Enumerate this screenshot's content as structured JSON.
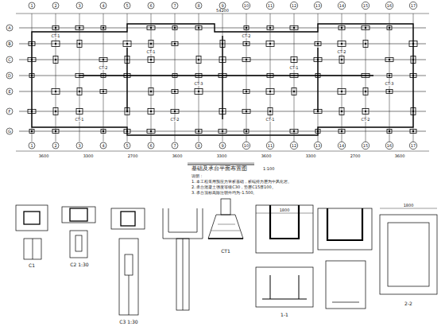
{
  "diagram": {
    "labels": [
      "54200",
      "1",
      "2",
      "3",
      "4",
      "5",
      "6",
      "7",
      "8",
      "9",
      "10",
      "11",
      "12",
      "13",
      "14",
      "15",
      "16",
      "17",
      "1",
      "2",
      "3",
      "4",
      "5",
      "6",
      "7",
      "8",
      "9",
      "10",
      "11",
      "12",
      "13",
      "14",
      "15",
      "16",
      "17",
      "A",
      "B",
      "C",
      "D",
      "E",
      "F",
      "G",
      "3600",
      "3300",
      "2700",
      "3600",
      "3300",
      "3600",
      "3300",
      "2700",
      "3600",
      "基础及承台平面布置图",
      "1:100",
      "说明：",
      "1. 本工程采用预应力管桩基础，桩端持力层为中风化岩。",
      "2. 承台混凝土强度等级C30，垫层C15厚100。",
      "3. 承台顶标高除注明外均为-1.500。",
      "CT-1",
      "CT-2",
      "CT-1",
      "CT-3",
      "CT-2",
      "CT-1",
      "CT-2",
      "CT-3",
      "CT-1",
      "CT-2",
      "CT-1",
      "CT-2",
      "C1",
      "C2 1:30",
      "C3 1:30",
      "CT1",
      "1-1",
      "2-2",
      "1800",
      "1800"
    ]
  }
}
